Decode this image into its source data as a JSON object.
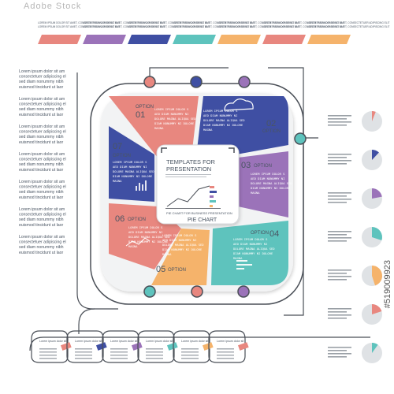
{
  "colors": {
    "red": "#e8877f",
    "blue": "#3f4fa3",
    "purple": "#9b73b9",
    "teal": "#5ec3bd",
    "orange": "#f5b36b",
    "line": "#4a4f57",
    "gray": "#c9cdd2"
  },
  "center": {
    "title_line1": "TEMPLATES FOR",
    "title_line2": "PRESENTATION",
    "caption": "PIE CHART FOR BUSINESS PRESENTATION",
    "subtitle": "PIE CHART"
  },
  "options": [
    {
      "number": "01",
      "label": "OPTION",
      "text": "LOREM IPSUM DOLOR S AED DIAM NONUMMY NI DOLORE MAGNA ALIQUA SED DIAM NONUMMY NI DOLORE MAGNA"
    },
    {
      "number": "02",
      "label": "OPTION",
      "text": "LOREM IPSUM DOLOR S AED DIAM NONUMMY NI DOLORE MAGNA ALIQUA SED DIAM NONUMMY NI DOLORE MAGNA"
    },
    {
      "number": "03",
      "label": "OPTION",
      "text": "LOREM IPSUM DOLOR S AED DIAM NONUMMY NI DOLORE MAGNA ALIQUA SED DIAM NONUMMY NI DOLORE MAGNA"
    },
    {
      "number": "04",
      "label": "OPTION",
      "text": "LOREM IPSUM DOLOR S AED DIAM NONUMMY NI DOLORE MAGNA ALIQUA SED DIAM NONUMMY NI DOLORE MAGNA"
    },
    {
      "number": "05",
      "label": "OPTION",
      "text": "LOREM IPSUM DOLOR S AED DIAM NONUMMY NI DOLORE MAGNA ALIQUA SED DIAM NONUMMY NI DOLORE MAGNA"
    },
    {
      "number": "06",
      "label": "OPTION",
      "text": "LOREM IPSUM DOLOR S AED DIAM NONUMMY NI DOLORE MAGNA ALIQUA SED DIAM NONUMMY NI DOLORE MAGNA"
    },
    {
      "number": "07",
      "label": "OPTION",
      "text": "LOREM IPSUM DOLOR S AED DIAM NONUMMY NI DOLORE MAGNA ALIQUA SED DIAM NONUMMY NI DOLORE MAGNA"
    }
  ],
  "left_paragraph": [
    "Lorem ipsum dolor sit am",
    "consectetuer adipiscing el",
    "sed diam nonummy nibh",
    "euismod tincidunt ut laor"
  ],
  "top_caption": "LOREM IPSUM DOLOR SIT AMET, CONSECTETUER ADIPISCING ELIT",
  "side_pies": [
    {
      "color": "#e8877f",
      "fraction": 0.06
    },
    {
      "color": "#3f4fa3",
      "fraction": 0.12
    },
    {
      "color": "#9b73b9",
      "fraction": 0.22
    },
    {
      "color": "#5ec3bd",
      "fraction": 0.3
    },
    {
      "color": "#f5b36b",
      "fraction": 0.45
    },
    {
      "color": "#e8877f",
      "fraction": 0.2
    },
    {
      "color": "#5ec3bd",
      "fraction": 0.1
    }
  ],
  "bottom_caption": "Lorem ipsum dolor sit",
  "watermark": {
    "brand": "Adobe Stock",
    "id": "#519009923"
  }
}
